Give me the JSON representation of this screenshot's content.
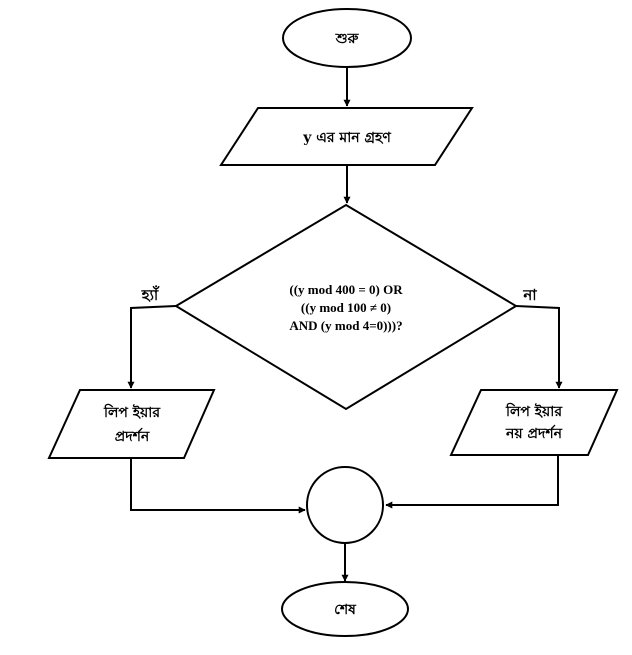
{
  "nodes": {
    "start": {
      "label": "শুরু"
    },
    "input": {
      "label": "y এর মান গ্রহণ"
    },
    "decision": {
      "line1": "((y mod 400 = 0) OR",
      "line2": "((y mod 100 ≠ 0)",
      "line3": "AND (y mod 4=0)))?"
    },
    "yes_output": {
      "line1": "লিপ ইয়ার",
      "line2": "প্রদর্শন"
    },
    "no_output": {
      "line1": "লিপ ইয়ার",
      "line2": "নয় প্রদর্শন"
    },
    "end": {
      "label": "শেষ"
    }
  },
  "branches": {
    "yes": "হ্যাঁ",
    "no": "না"
  }
}
